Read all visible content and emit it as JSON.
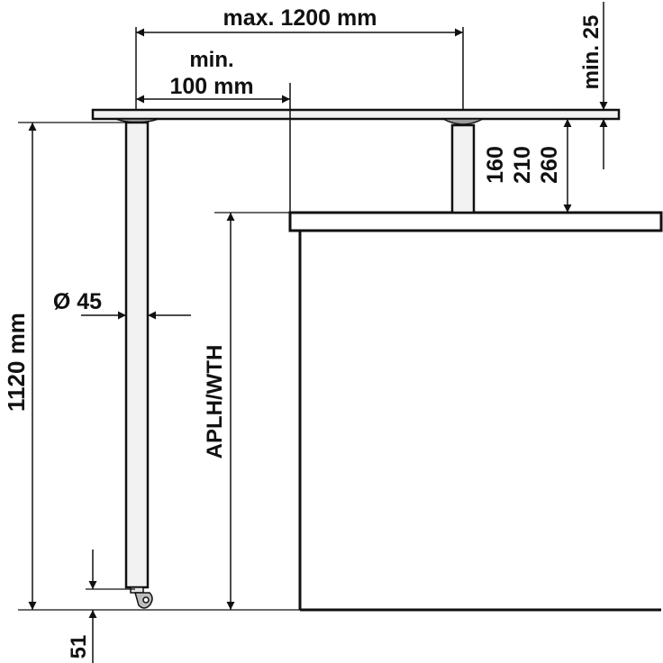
{
  "labels": {
    "max_span": "max. 1200 mm",
    "min_overhang_l1": "min.",
    "min_overhang_l2": "100 mm",
    "min_top_gap": "min. 25",
    "height_1": "160",
    "height_2": "210",
    "height_3": "260",
    "diameter": "Ø 45",
    "total_height": "1120 mm",
    "counter_height": "APLH/WTH",
    "castor_height": "51"
  },
  "colors": {
    "line": "#111111",
    "steel": "#f2f2f2",
    "mount": "#9a9a9a",
    "castor": "#bdbdbd"
  }
}
